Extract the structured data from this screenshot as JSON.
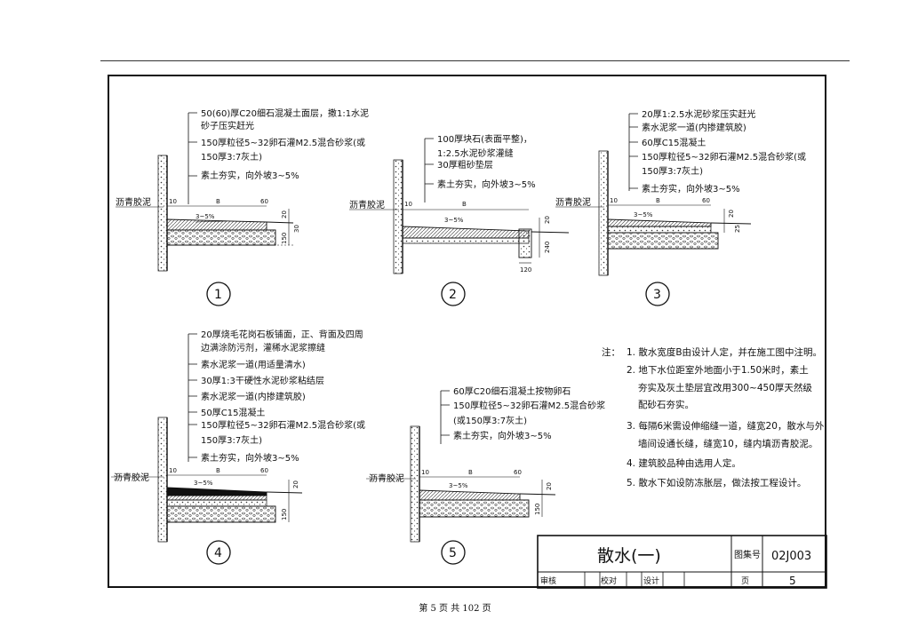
{
  "details": [
    {
      "id": "1",
      "label_left": "沥青胶泥",
      "layers": [
        "50(60)厚C20细石混凝土面层，撒1:1水泥",
        "砂子压实赶光",
        "150厚粒径5~32卵石灌M2.5混合砂浆(或",
        "150厚3:7灰土)",
        "素土夯实，向外坡3~5%"
      ],
      "dims": [
        "10",
        "B",
        "60",
        "20",
        "3~5%",
        "150",
        "30"
      ]
    },
    {
      "id": "2",
      "label_left": "沥青胶泥",
      "layers": [
        "100厚块石(表面平整)，",
        "1:2.5水泥砂浆灌缝",
        "30厚粗砂垫层",
        "素土夯实，向外坡3~5%"
      ],
      "dims": [
        "10",
        "B",
        "3~5%",
        "20",
        "240",
        "120"
      ]
    },
    {
      "id": "3",
      "label_left": "沥青胶泥",
      "layers": [
        "20厚1:2.5水泥砂浆压实赶光",
        "素水泥浆一道(内掺建筑胶)",
        "60厚C15混凝土",
        "150厚粒径5~32卵石灌M2.5混合砂浆(或",
        "150厚3:7灰土)",
        "素土夯实，向外坡3~5%"
      ],
      "dims": [
        "10",
        "B",
        "60",
        "3~5%",
        "20",
        "25"
      ]
    },
    {
      "id": "4",
      "label_left": "沥青胶泥",
      "layers": [
        "20厚烧毛花岗石板铺面，正、背面及四周",
        "边满涂防污剂，灌稀水泥浆擦缝",
        "素水泥浆一道(用适量清水)",
        "30厚1:3干硬性水泥砂浆粘结层",
        "素水泥浆一道(内掺建筑胶)",
        "50厚C15混凝土",
        "150厚粒径5~32卵石灌M2.5混合砂浆(或",
        "150厚3:7灰土)",
        "素土夯实，向外坡3~5%"
      ],
      "dims": [
        "10",
        "B",
        "60",
        "3~5%",
        "20",
        "150"
      ]
    },
    {
      "id": "5",
      "label_left": "沥青胶泥",
      "layers": [
        "60厚C20细石混凝土按物卵石",
        "150厚粒径5~32卵石灌M2.5混合砂浆",
        "(或150厚3:7灰土)",
        "素土夯实，向外坡3~5%"
      ],
      "dims": [
        "10",
        "B",
        "60",
        "3~5%",
        "20",
        "150"
      ]
    }
  ],
  "notes": {
    "prefix": "注：",
    "lines": [
      "1. 散水宽度B由设计人定，并在施工图中注明。",
      "2. 地下水位距室外地面小于1.50米时，素土",
      "夯实及灰土垫层宜改用300~450厚天然级",
      "配砂石夯实。",
      "3. 每隔6米需设伸缩缝一道，缝宽20，散水与外",
      "墙间设通长缝，缝宽10，缝内填沥青胶泥。",
      "4. 建筑胶品种由选用人定。",
      "5. 散水下如设防冻胀层，做法按工程设计。"
    ]
  },
  "title_block": {
    "title": "散水(一)",
    "atlas_label": "图集号",
    "atlas_no": "02J003",
    "review_label": "审核",
    "check_label": "校对",
    "design_label": "设计",
    "page_label": "页",
    "page_no": "5"
  },
  "footer": "第 5 页 共 102 页"
}
